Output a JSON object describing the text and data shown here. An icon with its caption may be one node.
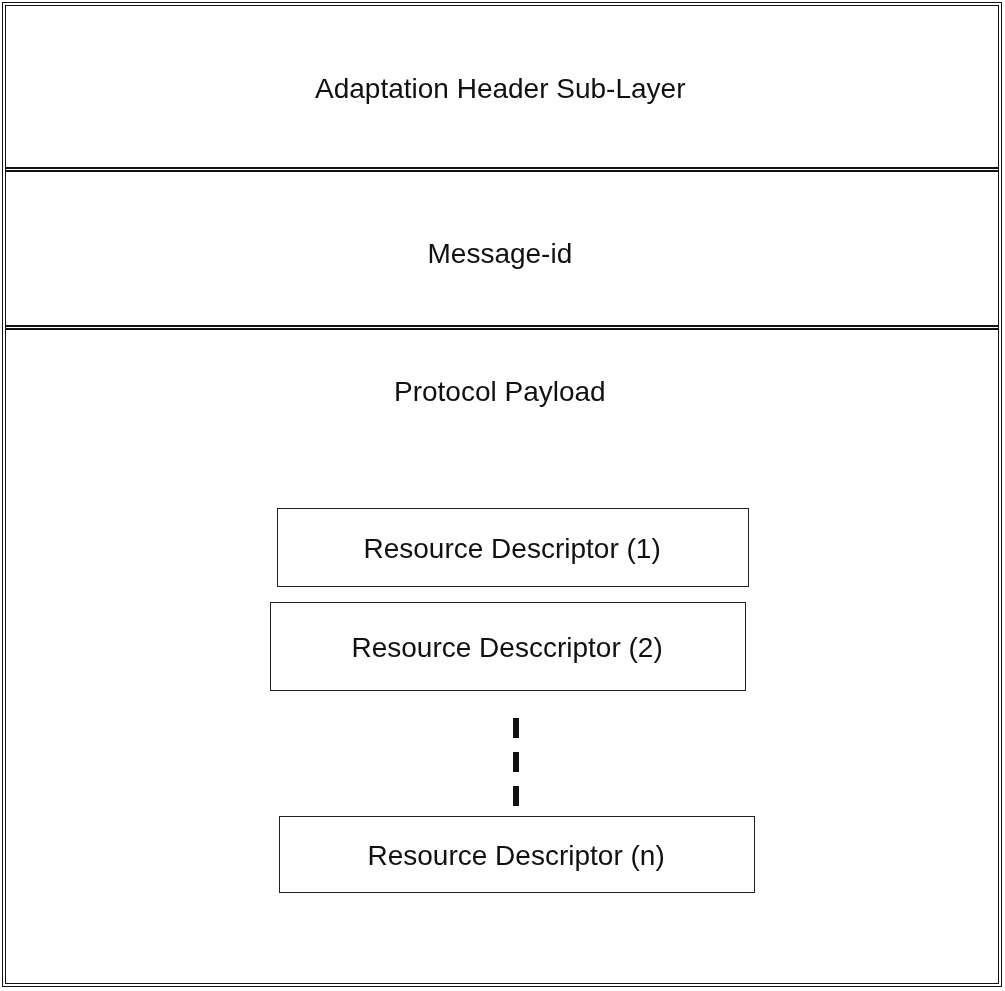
{
  "diagram": {
    "nodes": [
      {
        "text": [],
        "shape": "box"
      },
      {
        "text": [
          "Adaptation Header Sub-Layer"
        ],
        "in": 0
      },
      {
        "text": [
          "Message-id"
        ],
        "in": 0
      },
      {
        "text": [
          "Protocol Payload"
        ],
        "in": 0
      },
      {
        "text": [
          "Resource Descriptor (1)"
        ],
        "in": 3
      },
      {
        "text": [
          "Resource Desccriptor (2)"
        ],
        "in": 3
      },
      {
        "text": [
          "Resource Descriptor (n)"
        ],
        "in": 3
      }
    ]
  }
}
